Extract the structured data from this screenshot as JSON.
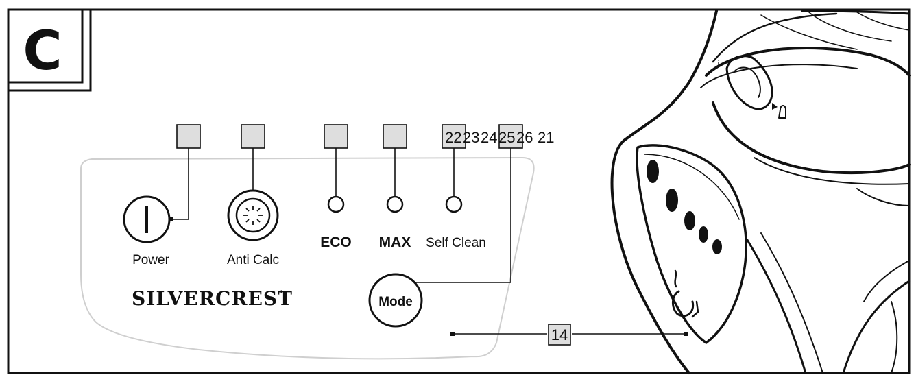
{
  "figure_letter": "C",
  "brand": "SILVERCREST",
  "brand_mark": "•",
  "buttons": {
    "power": "Power",
    "anti_calc": "Anti Calc",
    "eco": "ECO",
    "max": "MAX",
    "self_clean": "Self Clean",
    "mode": "Mode"
  },
  "callouts": {
    "n22": "22",
    "n23": "23",
    "n24": "24",
    "n25": "25",
    "n26": "26",
    "n21": "21",
    "n14": "14"
  },
  "colors": {
    "line": "#111111",
    "callout_fill": "#dedede",
    "panel_outline": "#cfcfcf"
  }
}
